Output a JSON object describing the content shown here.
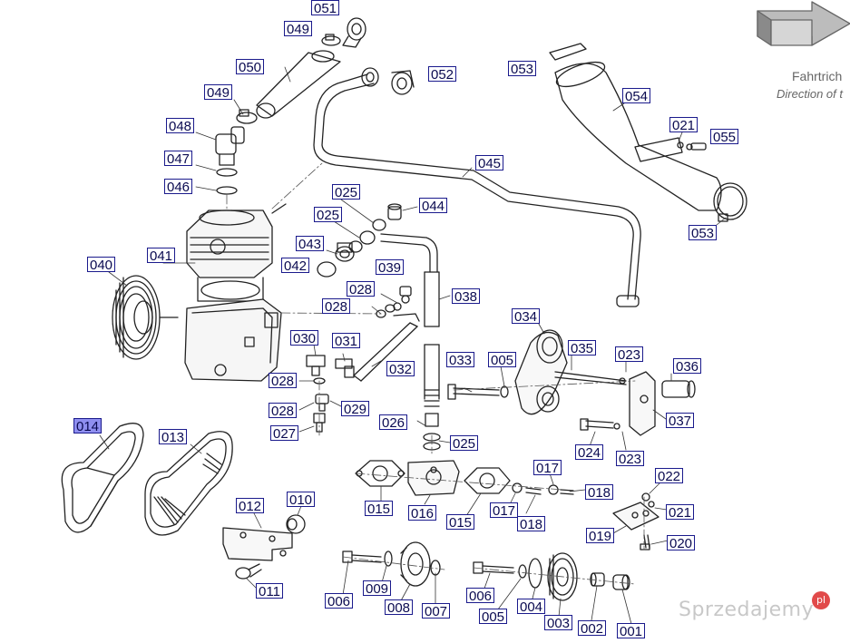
{
  "direction": {
    "de": "Fahrtrich",
    "en": "Direction of t"
  },
  "watermark": {
    "text": "Sprzedajemy",
    "badge": "pl"
  },
  "highlight_color": "#8f8ff0",
  "callouts": [
    {
      "id": "c051",
      "label": "051"
    },
    {
      "id": "c049a",
      "label": "049"
    },
    {
      "id": "c050",
      "label": "050"
    },
    {
      "id": "c049b",
      "label": "049"
    },
    {
      "id": "c052",
      "label": "052"
    },
    {
      "id": "c053a",
      "label": "053"
    },
    {
      "id": "c054",
      "label": "054"
    },
    {
      "id": "c021a",
      "label": "021"
    },
    {
      "id": "c055",
      "label": "055"
    },
    {
      "id": "c048",
      "label": "048"
    },
    {
      "id": "c047",
      "label": "047"
    },
    {
      "id": "c046",
      "label": "046"
    },
    {
      "id": "c045",
      "label": "045"
    },
    {
      "id": "c053b",
      "label": "053"
    },
    {
      "id": "c025a",
      "label": "025"
    },
    {
      "id": "c044",
      "label": "044"
    },
    {
      "id": "c025b",
      "label": "025"
    },
    {
      "id": "c043",
      "label": "043"
    },
    {
      "id": "c042",
      "label": "042"
    },
    {
      "id": "c041",
      "label": "041"
    },
    {
      "id": "c040",
      "label": "040"
    },
    {
      "id": "c039",
      "label": "039"
    },
    {
      "id": "c028a",
      "label": "028"
    },
    {
      "id": "c038",
      "label": "038"
    },
    {
      "id": "c028b",
      "label": "028"
    },
    {
      "id": "c034",
      "label": "034"
    },
    {
      "id": "c030",
      "label": "030"
    },
    {
      "id": "c031",
      "label": "031"
    },
    {
      "id": "c035",
      "label": "035"
    },
    {
      "id": "c023a",
      "label": "023"
    },
    {
      "id": "c033",
      "label": "033"
    },
    {
      "id": "c005a",
      "label": "005"
    },
    {
      "id": "c036",
      "label": "036"
    },
    {
      "id": "c032",
      "label": "032"
    },
    {
      "id": "c028c",
      "label": "028"
    },
    {
      "id": "c028d",
      "label": "028"
    },
    {
      "id": "c029",
      "label": "029"
    },
    {
      "id": "c037",
      "label": "037"
    },
    {
      "id": "c026",
      "label": "026"
    },
    {
      "id": "c027",
      "label": "027"
    },
    {
      "id": "c025c",
      "label": "025"
    },
    {
      "id": "c024",
      "label": "024"
    },
    {
      "id": "c023b",
      "label": "023"
    },
    {
      "id": "c014",
      "label": "014",
      "selected": true
    },
    {
      "id": "c013",
      "label": "013"
    },
    {
      "id": "c017a",
      "label": "017"
    },
    {
      "id": "c022",
      "label": "022"
    },
    {
      "id": "c018a",
      "label": "018"
    },
    {
      "id": "c015a",
      "label": "015"
    },
    {
      "id": "c016",
      "label": "016"
    },
    {
      "id": "c015b",
      "label": "015"
    },
    {
      "id": "c017b",
      "label": "017"
    },
    {
      "id": "c018b",
      "label": "018"
    },
    {
      "id": "c021b",
      "label": "021"
    },
    {
      "id": "c012",
      "label": "012"
    },
    {
      "id": "c010",
      "label": "010"
    },
    {
      "id": "c019",
      "label": "019"
    },
    {
      "id": "c020",
      "label": "020"
    },
    {
      "id": "c011",
      "label": "011"
    },
    {
      "id": "c006a",
      "label": "006"
    },
    {
      "id": "c009",
      "label": "009"
    },
    {
      "id": "c008",
      "label": "008"
    },
    {
      "id": "c007",
      "label": "007"
    },
    {
      "id": "c006b",
      "label": "006"
    },
    {
      "id": "c004",
      "label": "004"
    },
    {
      "id": "c005b",
      "label": "005"
    },
    {
      "id": "c003",
      "label": "003"
    },
    {
      "id": "c002",
      "label": "002"
    },
    {
      "id": "c001",
      "label": "001"
    }
  ]
}
